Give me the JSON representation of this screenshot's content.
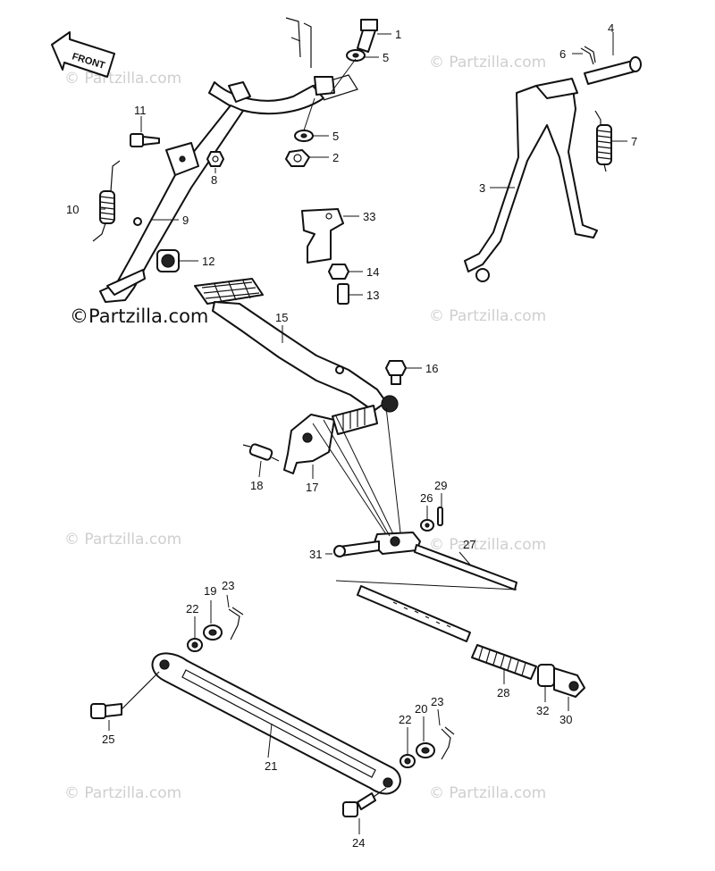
{
  "watermark": "© Partzilla.com",
  "watermark_main": "©Partzilla.com",
  "front_label": "FRONT",
  "callouts": {
    "c1": "1",
    "c2": "2",
    "c3": "3",
    "c4": "4",
    "c5a": "5",
    "c5b": "5",
    "c6": "6",
    "c7": "7",
    "c8": "8",
    "c9": "9",
    "c10": "10",
    "c11": "11",
    "c12": "12",
    "c13": "13",
    "c14": "14",
    "c15": "15",
    "c16": "16",
    "c17": "17",
    "c18": "18",
    "c19": "19",
    "c20": "20",
    "c21": "21",
    "c22a": "22",
    "c22b": "22",
    "c23a": "23",
    "c23b": "23",
    "c24": "24",
    "c25": "25",
    "c26": "26",
    "c27": "27",
    "c28": "28",
    "c29": "29",
    "c30": "30",
    "c31": "31",
    "c32": "32",
    "c33": "33"
  }
}
